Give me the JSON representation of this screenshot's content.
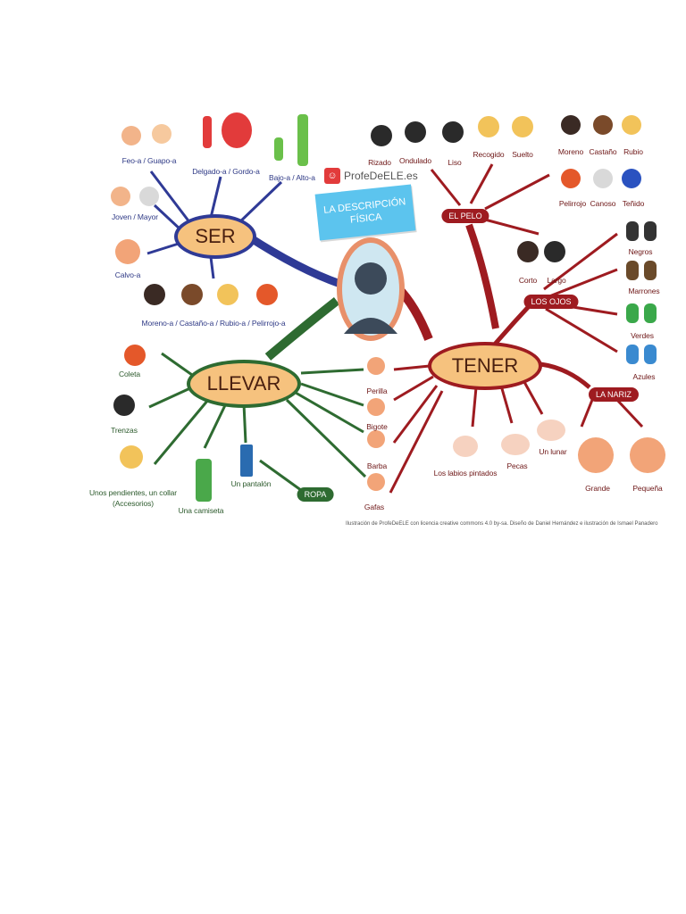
{
  "brand": {
    "name": "ProfeDeELE.es",
    "logo_icon": "smile-logo-icon"
  },
  "title": {
    "line1": "LA DESCRIPCIÓN",
    "line2": "FÍSICA"
  },
  "nodes": {
    "ser": "SER",
    "llevar": "LLEVAR",
    "tener": "TENER",
    "el_pelo": "EL PELO",
    "los_ojos": "LOS OJOS",
    "la_nariz": "LA NARIZ",
    "ropa": "ROPA"
  },
  "labels": {
    "feo_guapo": "Feo-a / Guapo-a",
    "delgado_gordo": "Delgado-a / Gordo-a",
    "bajo_alto": "Bajo-a / Alto-a",
    "joven_mayor": "Joven / Mayor",
    "calvo": "Calvo-a",
    "moreno_etc": "Moreno-a / Castaño-a / Rubio-a / Pelirrojo-a",
    "coleta": "Coleta",
    "trenzas": "Trenzas",
    "pendientes": "Unos pendientes, un collar",
    "accesorios": "(Accesorios)",
    "camiseta": "Una camiseta",
    "pantalon": "Un pantalón",
    "perilla": "Perilla",
    "bigote": "Bigote",
    "barba": "Barba",
    "gafas": "Gafas",
    "rizado": "Rizado",
    "ondulado": "Ondulado",
    "liso": "Liso",
    "recogido": "Recogido",
    "suelto": "Suelto",
    "moreno": "Moreno",
    "castano": "Castaño",
    "rubio": "Rubio",
    "pelirrojo": "Pelirrojo",
    "canoso": "Canoso",
    "tenido": "Teñido",
    "corto": "Corto",
    "largo": "Largo",
    "negros": "Negros",
    "marrones": "Marrones",
    "verdes": "Verdes",
    "azules": "Azules",
    "labios": "Los labios pintados",
    "pecas": "Pecas",
    "lunar": "Un lunar",
    "grande": "Grande",
    "pequena": "Pequeña"
  },
  "credit": "Ilustración de ProfeDeELE con licencia creative commons 4.0 by-sa. Diseño de Daniel Hernández e ilustración de Ismael Panadero",
  "colors": {
    "ser": "#2f3a96",
    "llevar": "#2e6b31",
    "tener": "#9e1b20",
    "node_fill": "#f6c27e",
    "title_bg": "#5cc4ee",
    "center_ring": "#e8906a"
  }
}
